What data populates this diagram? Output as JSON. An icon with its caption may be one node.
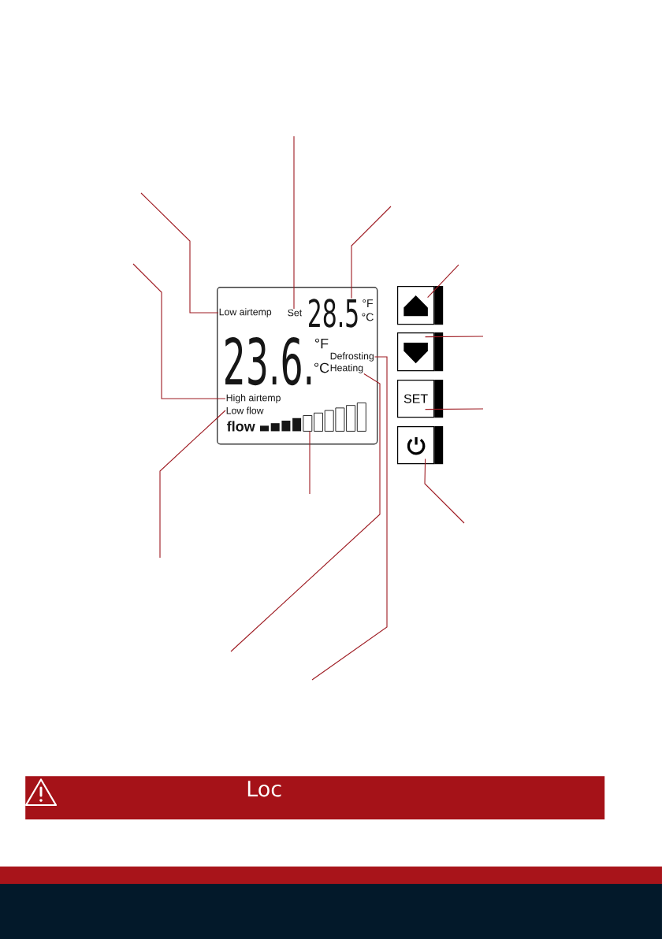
{
  "diagram": {
    "nodes": [
      {
        "text": [],
        "shape": "box"
      },
      {
        "text": [
          "Low airtemp"
        ],
        "in": 0
      },
      {
        "text": [
          "Set"
        ],
        "in": 0
      },
      {
        "text": [
          "28.5"
        ],
        "in": 0
      },
      {
        "text": [
          "High airtemp"
        ],
        "in": 0
      },
      {
        "text": [
          "Low flow"
        ],
        "in": 0
      },
      {
        "text": [],
        "shape": "bar",
        "in": 0
      },
      {
        "text": [
          "Defrosting"
        ],
        "in": 0
      },
      {
        "text": [
          "Heating"
        ],
        "in": 0
      },
      {
        "text": [],
        "shape": "button"
      },
      {
        "text": [],
        "shape": "button"
      },
      {
        "text": [
          "SET"
        ]
      },
      {
        "text": [],
        "shape": "button"
      },
      {
        "text": [
          "Loc"
        ]
      }
    ],
    "edges": [
      {
        "from": null,
        "to": 1,
        "arrow": "none"
      },
      {
        "from": null,
        "to": 2,
        "arrow": "none"
      },
      {
        "from": null,
        "to": 3,
        "arrow": "none"
      },
      {
        "from": null,
        "to": 9,
        "arrow": "none"
      },
      {
        "from": null,
        "to": 4,
        "arrow": "none"
      },
      {
        "from": null,
        "to": 10,
        "arrow": "none"
      },
      {
        "from": null,
        "to": 11,
        "arrow": "none"
      },
      {
        "from": null,
        "to": 5,
        "arrow": "none"
      },
      {
        "from": null,
        "to": 6,
        "arrow": "none"
      },
      {
        "from": null,
        "to": 12,
        "arrow": "none"
      },
      {
        "from": null,
        "to": 8,
        "arrow": "none"
      },
      {
        "from": null,
        "to": 7,
        "arrow": "none"
      }
    ],
    "labels": [
      "°F",
      "°C",
      "23.6.",
      "°F",
      "°C",
      "flow"
    ]
  }
}
